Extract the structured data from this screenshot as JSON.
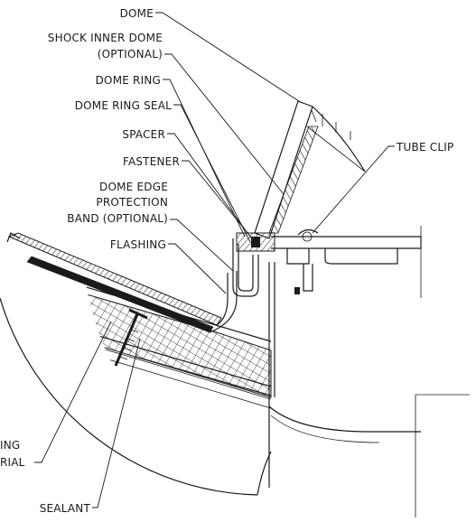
{
  "labels": {
    "dome": "DOME",
    "shock_inner_dome_1": "SHOCK INNER DOME",
    "shock_inner_dome_2": "(OPTIONAL)",
    "dome_ring": "DOME RING",
    "dome_ring_seal": "DOME RING SEAL",
    "spacer": "SPACER",
    "fastener": "FASTENER",
    "dome_edge_1": "DOME EDGE",
    "dome_edge_2": "PROTECTION",
    "dome_edge_3": "BAND (OPTIONAL)",
    "flashing": "FLASHING",
    "tube_clip": "TUBE CLIP",
    "roofing_1": "ING",
    "roofing_2": "RIAL",
    "sealant": "SEALANT"
  }
}
